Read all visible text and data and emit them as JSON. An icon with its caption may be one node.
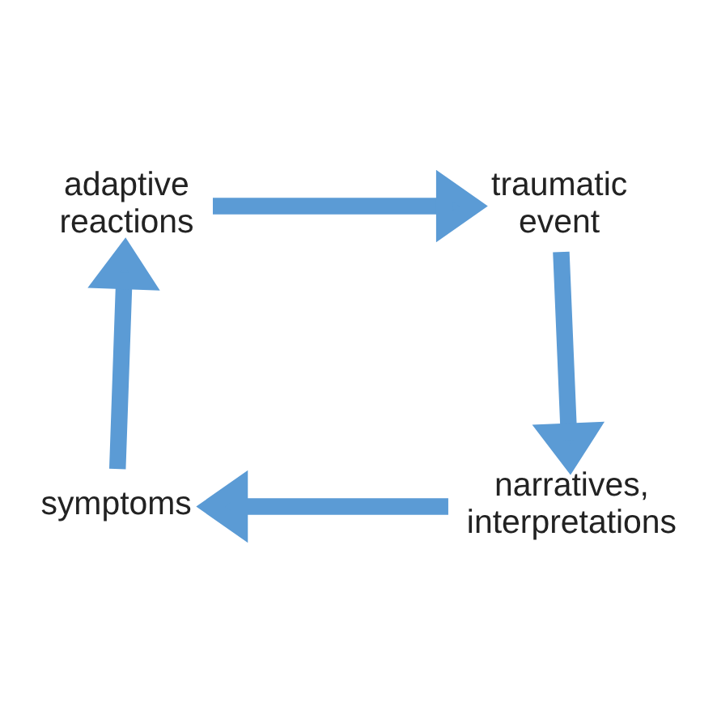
{
  "diagram": {
    "nodes": [
      {
        "text": [
          "adaptive reactions"
        ]
      },
      {
        "text": [
          "traumatic event"
        ]
      },
      {
        "text": [
          "narratives, interpretations"
        ]
      },
      {
        "text": [
          "symptoms"
        ]
      }
    ],
    "edges": [
      {
        "from": 0,
        "to": 1,
        "arrow": "to"
      },
      {
        "from": 1,
        "to": 2,
        "arrow": "to"
      },
      {
        "from": 2,
        "to": 3,
        "arrow": "to"
      },
      {
        "from": 3,
        "to": 0,
        "arrow": "to"
      }
    ]
  }
}
